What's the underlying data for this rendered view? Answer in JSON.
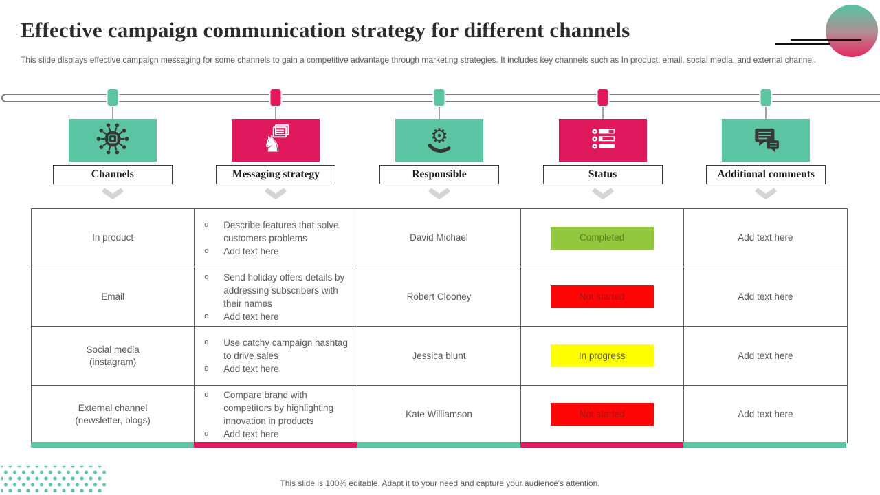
{
  "slide": {
    "title": "Effective campaign communication strategy for different channels",
    "subtitle": "This slide displays effective campaign messaging for some channels to gain a competitive advantage through marketing strategies.  It includes key channels such as In product, email, social media, and external channel.",
    "footer": "This slide is 100% editable. Adapt it to your need and capture your audience's attention."
  },
  "theme": {
    "teal": "#5bc4a3",
    "pink": "#e0195f",
    "icon_dark": "#373737",
    "icon_light": "#ffffff",
    "table_border": "#5b5b5b",
    "text_gray": "#595959"
  },
  "columns": [
    {
      "label": "Channels",
      "icon": "network-hub-icon",
      "accent": "#5bc4a3"
    },
    {
      "label": "Messaging strategy",
      "icon": "chess-knight-message-icon",
      "accent": "#e0195f"
    },
    {
      "label": "Responsible",
      "icon": "hand-gear-icon",
      "accent": "#5bc4a3"
    },
    {
      "label": "Status",
      "icon": "checklist-progress-icon",
      "accent": "#e0195f"
    },
    {
      "label": "Additional comments",
      "icon": "chat-comments-icon",
      "accent": "#5bc4a3"
    }
  ],
  "table": {
    "bullet_glyph": "o",
    "rows": [
      {
        "channel": "In product",
        "bullets": [
          "Describe features that solve customers problems",
          "Add text here"
        ],
        "responsible": "David Michael",
        "status": {
          "label": "Completed",
          "bg": "#92c83e",
          "fg": "#5e7d20"
        },
        "comment": "Add text here"
      },
      {
        "channel": "Email",
        "bullets": [
          "Send holiday offers details by addressing subscribers with their names",
          "Add text here"
        ],
        "responsible": "Robert Clooney",
        "status": {
          "label": "Not started",
          "bg": "#fe0606",
          "fg": "#a31515"
        },
        "comment": "Add text here"
      },
      {
        "channel": "Social media\n(instagram)",
        "bullets": [
          "Use catchy campaign hashtag to drive sales",
          "Add text here"
        ],
        "responsible": "Jessica blunt",
        "status": {
          "label": "In progress",
          "bg": "#ffff00",
          "fg": "#595959"
        },
        "comment": "Add text here"
      },
      {
        "channel": "External channel\n(newsletter, blogs)",
        "bullets": [
          "Compare brand with competitors by highlighting innovation in products",
          "Add text here"
        ],
        "responsible": "Kate Williamson",
        "status": {
          "label": "Not started",
          "bg": "#fe0606",
          "fg": "#a31515"
        },
        "comment": "Add text here"
      }
    ]
  }
}
